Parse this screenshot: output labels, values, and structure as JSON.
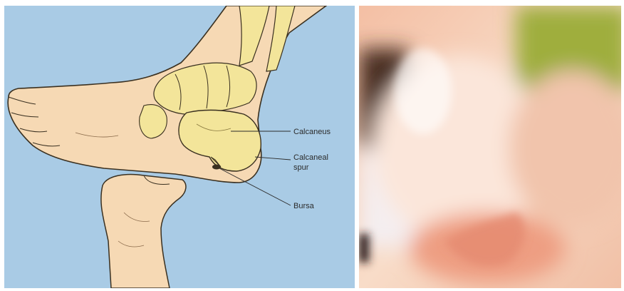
{
  "labels": {
    "calcaneus": "Calcaneus",
    "spur_line1": "Calcaneal",
    "spur_line2": "spur",
    "bursa": "Bursa"
  },
  "colors": {
    "illustration_bg": "#a9cbe5",
    "skin": "#f6d9b4",
    "bone": "#f3e59a",
    "outline": "#3a3020"
  }
}
